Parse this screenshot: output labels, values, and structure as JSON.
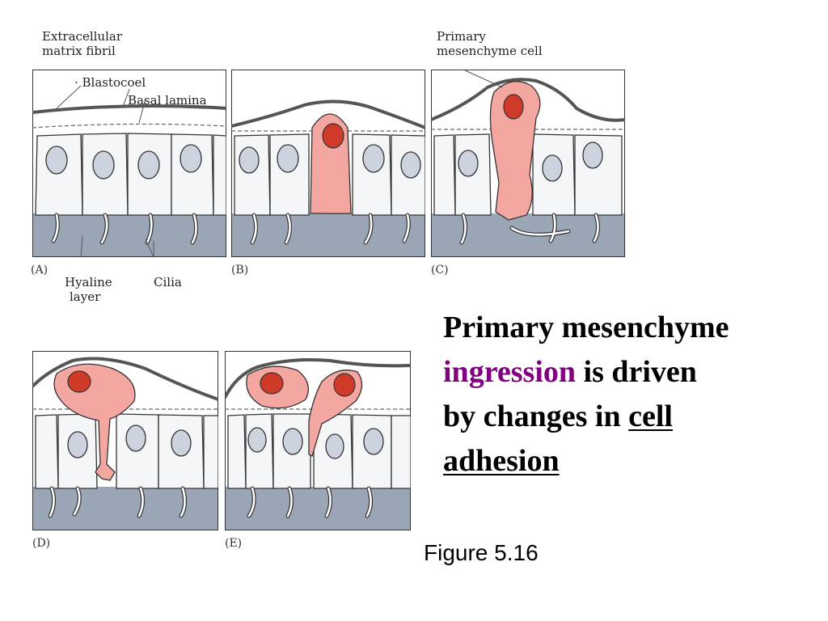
{
  "labels": {
    "ecm_fibril": [
      "Extracellular",
      "matrix fibril"
    ],
    "blastocoel": "· Blastocoel",
    "basal_lamina": "Basal lamina",
    "primary_mesenchyme_cell": [
      "Primary",
      "mesenchyme cell"
    ],
    "hyaline_layer": [
      "Hyaline",
      "layer"
    ],
    "cilia": "Cilia"
  },
  "panels": [
    {
      "id": "A",
      "label": "(A)"
    },
    {
      "id": "B",
      "label": "(B)"
    },
    {
      "id": "C",
      "label": "(C)"
    },
    {
      "id": "D",
      "label": "(D)"
    },
    {
      "id": "E",
      "label": "(E)"
    }
  ],
  "title": {
    "line1": "Primary mesenchyme",
    "highlight": "ingression",
    "line2_rest": " is driven",
    "line3_prefix": "by changes in ",
    "underline1": "cell",
    "underline2": "adhesion"
  },
  "figure_label": "Figure 5.16",
  "colors": {
    "hyaline": "#9aa6b6",
    "cell_fill": "#f5f6f8",
    "nucleus": "#ccd3de",
    "mesenchyme": "#f4a6a0",
    "mesenchyme_nucleus": "#d03a28",
    "title_highlight": "#800080"
  }
}
